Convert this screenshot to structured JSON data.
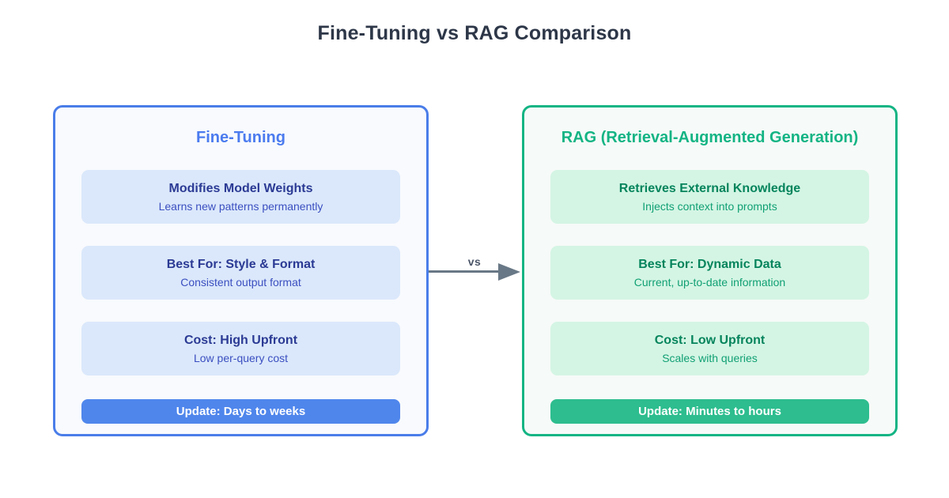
{
  "title": "Fine-Tuning vs RAG Comparison",
  "connector": {
    "label": "vs"
  },
  "colors": {
    "title_color": "#2d3748",
    "left_accent": "#4a7de9",
    "left_header": "#4b7bef",
    "left_dark": "#2b3a94",
    "left_mid": "#3b4fc0",
    "left_card_bg": "#dbe8fb",
    "left_badge_bg": "#4f86ec",
    "right_accent": "#14b484",
    "right_dark": "#05845c",
    "right_mid": "#11a074",
    "right_card_bg": "#d4f5e4",
    "right_badge_bg": "#2dbd8e",
    "arrow_color": "#697886",
    "arrow_label": "#4a5568"
  },
  "panels": [
    {
      "id": "fine-tuning",
      "header": "Fine-Tuning",
      "cards": [
        {
          "title": "Modifies Model Weights",
          "subtitle": "Learns new patterns permanently"
        },
        {
          "title": "Best For: Style & Format",
          "subtitle": "Consistent output format"
        },
        {
          "title": "Cost: High Upfront",
          "subtitle": "Low per-query cost"
        }
      ],
      "badge": "Update: Days to weeks"
    },
    {
      "id": "rag",
      "header": "RAG (Retrieval-Augmented Generation)",
      "cards": [
        {
          "title": "Retrieves External Knowledge",
          "subtitle": "Injects context into prompts"
        },
        {
          "title": "Best For: Dynamic Data",
          "subtitle": "Current, up-to-date information"
        },
        {
          "title": "Cost: Low Upfront",
          "subtitle": "Scales with queries"
        }
      ],
      "badge": "Update: Minutes to hours"
    }
  ]
}
